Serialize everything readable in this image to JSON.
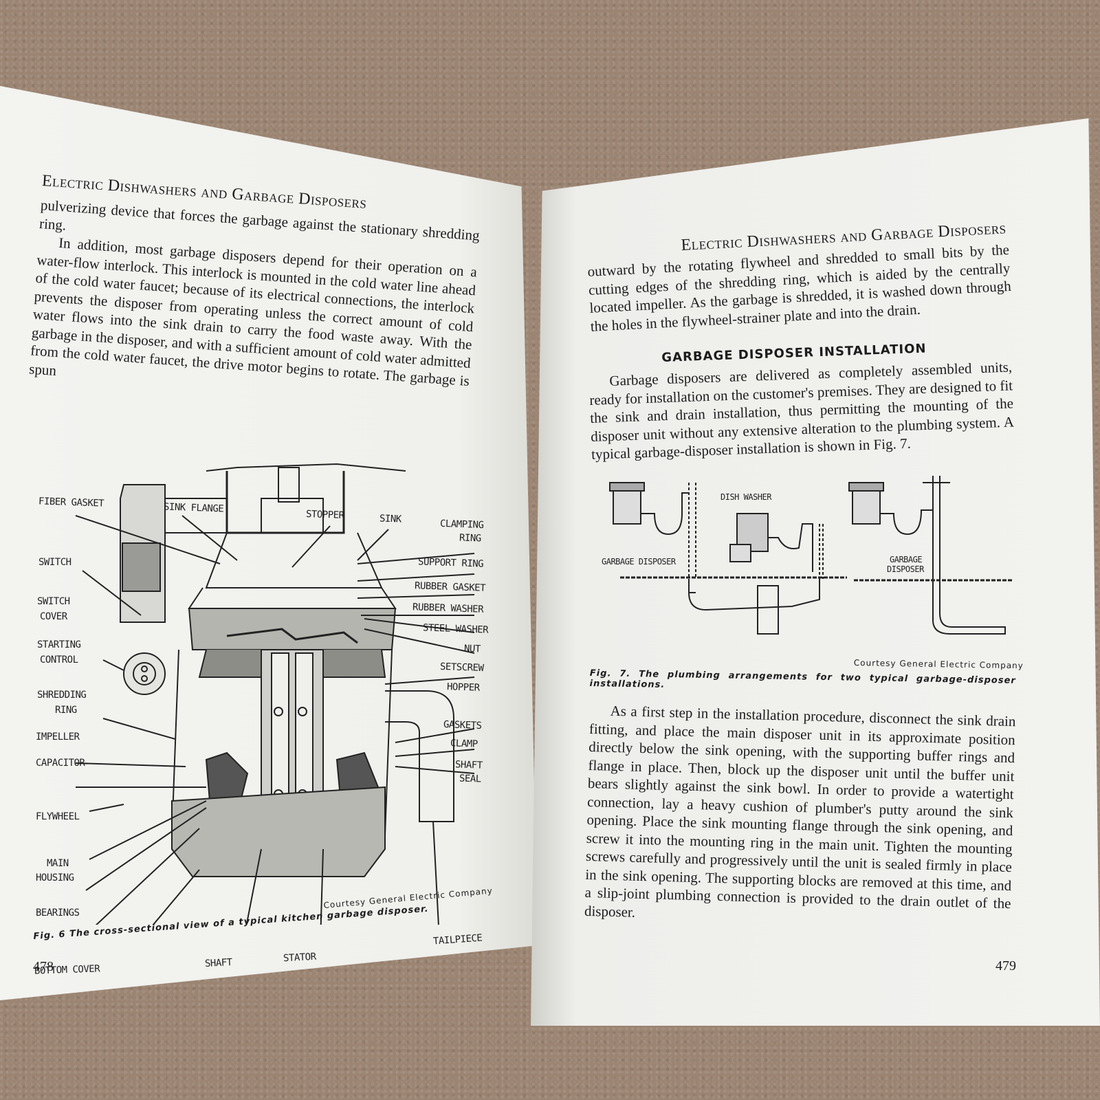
{
  "left_page": {
    "running_head": "Electric Dishwashers and Garbage Disposers",
    "continued_text": "pulverizing device that forces the garbage against the stationary shredding ring.",
    "paragraph": "In addition, most garbage disposers depend for their operation on a water-flow interlock. This interlock is mounted in the cold water line ahead of the cold water faucet; because of its electrical connections, the interlock prevents the disposer from operating unless the correct amount of cold water flows into the sink drain to carry the food waste away. With the garbage in the disposer, and with a sufficient amount of cold water admitted from the cold water faucet, the drive motor begins to rotate. The garbage is spun",
    "figure_labels": {
      "fiber_gasket": "FIBER GASKET",
      "sink_flange": "SINK FLANGE",
      "stopper": "STOPPER",
      "sink": "SINK",
      "clamping_ring_1": "CLAMPING",
      "clamping_ring_2": "RING",
      "support_ring": "SUPPORT RING",
      "rubber_gasket": "RUBBER GASKET",
      "rubber_washer": "RUBBER WASHER",
      "steel_washer": "STEEL WASHER",
      "nut": "NUT",
      "setscrew": "SETSCREW",
      "hopper": "HOPPER",
      "gaskets": "GASKETS",
      "clamp": "CLAMP",
      "shaft_seal_1": "SHAFT",
      "shaft_seal_2": "SEAL",
      "tailpiece": "TAILPIECE",
      "switch": "SWITCH",
      "switch_cover_1": "SWITCH",
      "switch_cover_2": "COVER",
      "starting_control_1": "STARTING",
      "starting_control_2": "CONTROL",
      "shredding_ring_1": "SHREDDING",
      "shredding_ring_2": "RING",
      "impeller": "IMPELLER",
      "capacitor": "CAPACITOR",
      "flywheel": "FLYWHEEL",
      "main_housing_1": "MAIN",
      "main_housing_2": "HOUSING",
      "bearings": "BEARINGS",
      "bottom_cover": "BOTTOM COVER",
      "shaft": "SHAFT",
      "stator": "STATOR"
    },
    "courtesy": "Courtesy General Electric Company",
    "caption": "Fig. 6 The cross-sectional view of a typical kitchen garbage disposer.",
    "page_number": "478"
  },
  "right_page": {
    "running_head": "Electric Dishwashers and Garbage Disposers",
    "continued_text": "outward by the rotating flywheel and shredded to small bits by the cutting edges of the shredding ring, which is aided by the centrally located impeller. As the garbage is shredded, it is washed down through the holes in the flywheel-strainer plate and into the drain.",
    "section_heading": "GARBAGE DISPOSER INSTALLATION",
    "paragraph_1": "Garbage disposers are delivered as completely assembled units, ready for installation on the customer's premises. They are designed to fit the sink and drain installation, thus permitting the mounting of the disposer unit without any extensive alteration to the plumbing system. A typical garbage-disposer installation is shown in Fig. 7.",
    "figure_labels": {
      "dish_washer": "DISH WASHER",
      "garbage_disposer_left": "GARBAGE DISPOSER",
      "garbage_disposer_right_1": "GARBAGE",
      "garbage_disposer_right_2": "DISPOSER"
    },
    "courtesy": "Courtesy General Electric Company",
    "caption": "Fig. 7. The plumbing arrangements for two typical garbage-disposer installations.",
    "paragraph_2": "As a first step in the installation procedure, disconnect the sink drain fitting, and place the main disposer unit in its approximate position directly below the sink opening, with the supporting buffer rings and flange in place. Then, block up the disposer unit until the buffer unit bears slightly against the sink bowl. In order to provide a watertight connection, lay a heavy cushion of plumber's putty around the sink opening. Place the sink mounting flange through the sink opening, and screw it into the mounting ring in the main unit. Tighten the mounting screws carefully and progressively until the unit is sealed firmly in place in the sink opening. The supporting blocks are removed at this time, and a slip-joint plumbing connection is provided to the drain outlet of the disposer.",
    "page_number": "479"
  }
}
